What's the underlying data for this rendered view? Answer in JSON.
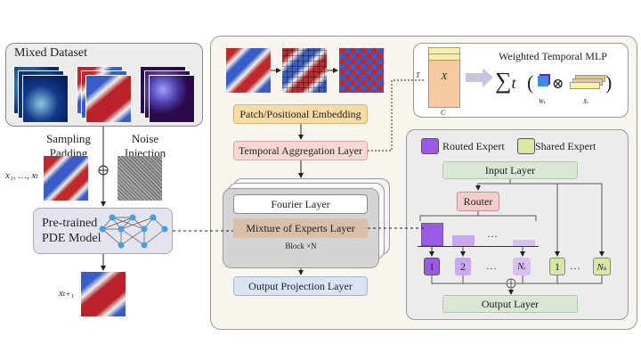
{
  "left": {
    "mixed_dataset_title": "Mixed Dataset",
    "sampling_padding_label": [
      "Sampling",
      "Padding"
    ],
    "noise_injection_label": [
      "Noise",
      "Injection"
    ],
    "input_sequence_label": "x₁, …, xₜ",
    "model_label": [
      "Pre-trained",
      "PDE Model"
    ],
    "output_label": "xₜ₊₁"
  },
  "center": {
    "patch_embedding": "Patch/Positional Embedding",
    "temporal_aggregation": "Temporal Aggregation Layer",
    "fourier_layer": "Fourier Layer",
    "moe_layer": "Mixture of Experts Layer",
    "block_label": "Block ×N",
    "output_projection": "Output Projection Layer"
  },
  "mlp": {
    "title": "Weighted Temporal MLP",
    "matrix_label": "X",
    "t_label": "T",
    "c_label": "C",
    "sum_symbol": "∑",
    "sum_sub": "t",
    "w_label": "Wₜ",
    "x_label": "Xₜ",
    "otimes": "⊗"
  },
  "moe": {
    "legend_routed": "Routed Expert",
    "legend_shared": "Shared Expert",
    "input_layer": "Input Layer",
    "router": "Router",
    "routed_experts": [
      "1",
      "2",
      "…",
      "Nᵣ"
    ],
    "shared_experts": [
      "1",
      "…",
      "Nₛ"
    ],
    "output_layer": "Output Layer",
    "ellipsis": "…"
  },
  "colors": {
    "routed": "#9b59e6",
    "routed_light": "#c9a8f0",
    "shared": "#d6e8a4",
    "input_layer": "#d8e8d4",
    "router": "#f4cccc",
    "patch": "#f8dca8",
    "temporal": "#f8d8d4",
    "moe_layer": "#d9bfa8",
    "output_proj": "#d8e4f4",
    "matrix": "#f7c9a0"
  }
}
